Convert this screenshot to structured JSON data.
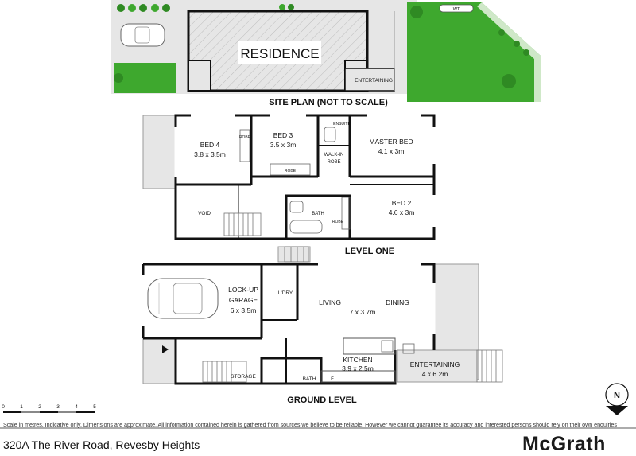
{
  "site_plan": {
    "residence": "RESIDENCE",
    "entertaining": "ENTERTAINING",
    "wt": "WT",
    "title": "SITE PLAN (NOT TO SCALE)"
  },
  "level_one": {
    "title": "LEVEL ONE",
    "bed4": {
      "name": "BED 4",
      "size": "3.8 x 3.5m"
    },
    "bed3": {
      "name": "BED 3",
      "size": "3.5 x 3m"
    },
    "master": {
      "name": "MASTER BED",
      "size": "4.1 x 3m"
    },
    "bed2": {
      "name": "BED 2",
      "size": "4.6 x 3m"
    },
    "robe": "ROBE",
    "ensuite": "ENSUITE",
    "walkin": "WALK-IN",
    "walkin_robe": "ROBE",
    "bath": "BATH",
    "void": "VOID"
  },
  "ground_level": {
    "title": "GROUND LEVEL",
    "garage": {
      "line1": "LOCK-UP",
      "line2": "GARAGE",
      "size": "6 x 3.5m"
    },
    "laundry": "L'DRY",
    "living": "LIVING",
    "dining": "DINING",
    "living_size": "7 x 3.7m",
    "kitchen": {
      "name": "KITCHEN",
      "size": "3.9 x 2.5m"
    },
    "bath": "BATH",
    "storage": "STORAGE",
    "fridge": "F",
    "entertaining": {
      "name": "ENTERTAINING",
      "size": "4 x 6.2m"
    }
  },
  "scale": {
    "ticks": [
      "0",
      "1",
      "2",
      "3",
      "4",
      "5"
    ],
    "units": "Scale in metres. Indicative only."
  },
  "compass": "N",
  "disclaimer": "Scale in metres. Indicative only. Dimensions are approximate. All information contained herein is gathered from sources we believe to be reliable. However we cannot guarantee its accuracy and interested persons should rely on their own enquiries",
  "address": "320A The River Road, Revesby Heights",
  "brand": "McGrath",
  "colors": {
    "lawn": "#3ea82e",
    "paving": "#e8e8e8",
    "wall": "#111111"
  }
}
